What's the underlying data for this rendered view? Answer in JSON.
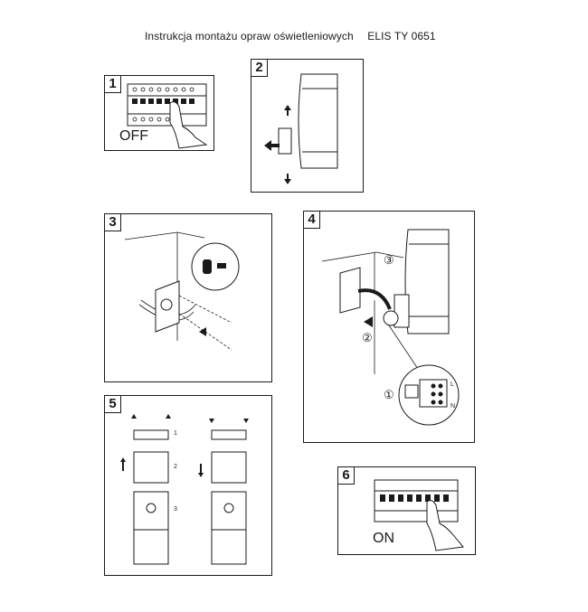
{
  "header": {
    "title": "Instrukcja montażu opraw oświetleniowych",
    "model": "ELIS TY 0651"
  },
  "steps": [
    {
      "number": "1",
      "label": "OFF"
    },
    {
      "number": "2"
    },
    {
      "number": "3"
    },
    {
      "number": "4",
      "callouts": [
        "①",
        "②",
        "③"
      ],
      "terminals": [
        "L",
        "N"
      ]
    },
    {
      "number": "5",
      "sub_labels": [
        "1",
        "2",
        "3"
      ]
    },
    {
      "number": "6",
      "label": "ON"
    }
  ]
}
